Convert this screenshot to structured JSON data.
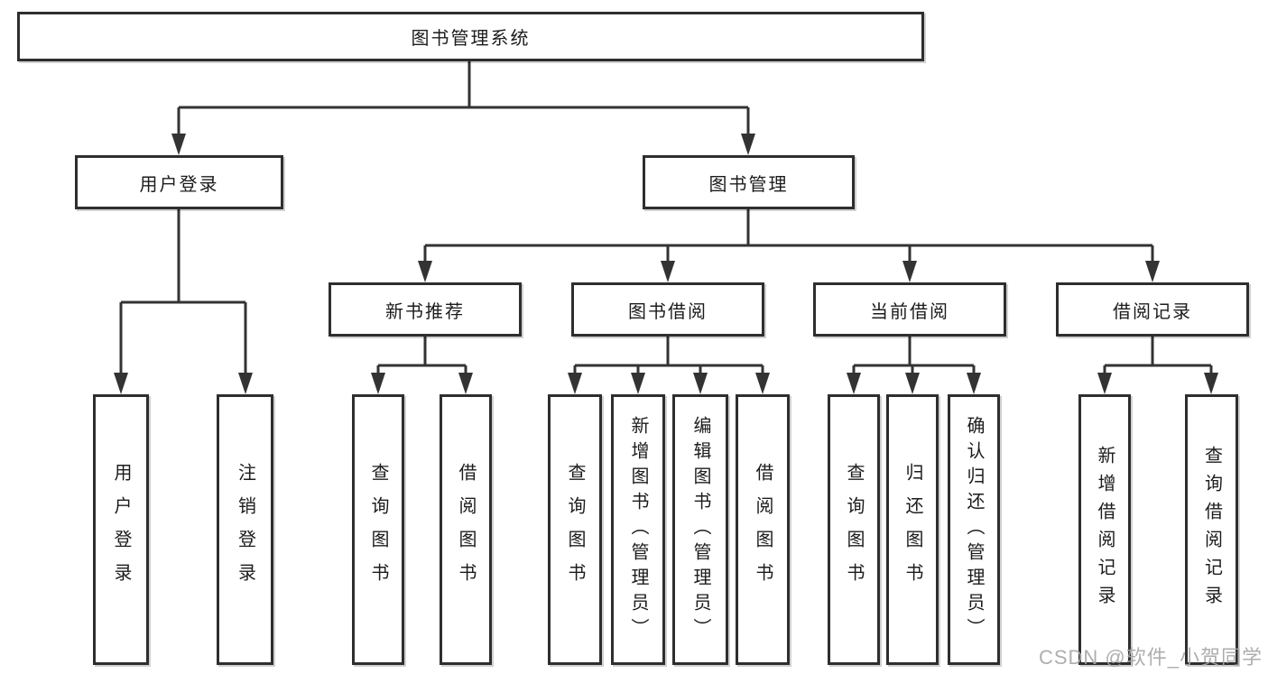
{
  "diagram": {
    "root": {
      "label": "图书管理系统"
    },
    "level2": [
      {
        "label": "用户登录",
        "children": [
          {
            "label": "用户登录"
          },
          {
            "label": "注销登录"
          }
        ]
      },
      {
        "label": "图书管理",
        "children": [
          {
            "label": "新书推荐",
            "children": [
              {
                "label": "查询图书"
              },
              {
                "label": "借阅图书"
              }
            ]
          },
          {
            "label": "图书借阅",
            "children": [
              {
                "label": "查询图书"
              },
              {
                "label": "新增图书（管理员）"
              },
              {
                "label": "编辑图书（管理员）"
              },
              {
                "label": "借阅图书"
              }
            ]
          },
          {
            "label": "当前借阅",
            "children": [
              {
                "label": "查询图书"
              },
              {
                "label": "归还图书"
              },
              {
                "label": "确认归还（管理员）"
              }
            ]
          },
          {
            "label": "借阅记录",
            "children": [
              {
                "label": "新增借阅记录"
              },
              {
                "label": "查询借阅记录"
              }
            ]
          }
        ]
      }
    ]
  },
  "watermark": {
    "text": "CSDN @软件_小贺同学"
  },
  "colors": {
    "line": "#333333",
    "box_border": "#2e2e2e",
    "text": "#1c1c1c",
    "watermark": "#a5a5a5",
    "background": "#ffffff"
  }
}
